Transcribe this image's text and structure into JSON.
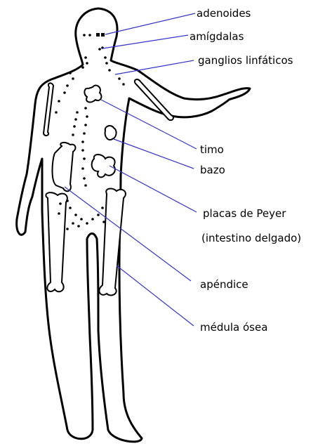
{
  "diagram": {
    "labels": {
      "adenoides": "adenoides",
      "amigdalas": "amígdalas",
      "ganglios": "ganglios linfáticos",
      "timo": "timo",
      "bazo": "bazo",
      "placas_line1": "placas de Peyer",
      "placas_line2": "(intestino delgado)",
      "apendice": "apéndice",
      "medula": "médula ósea"
    },
    "colors": {
      "outline": "#000000",
      "leader_line": "#3333cc",
      "organ_fill": "#ffffff"
    }
  }
}
